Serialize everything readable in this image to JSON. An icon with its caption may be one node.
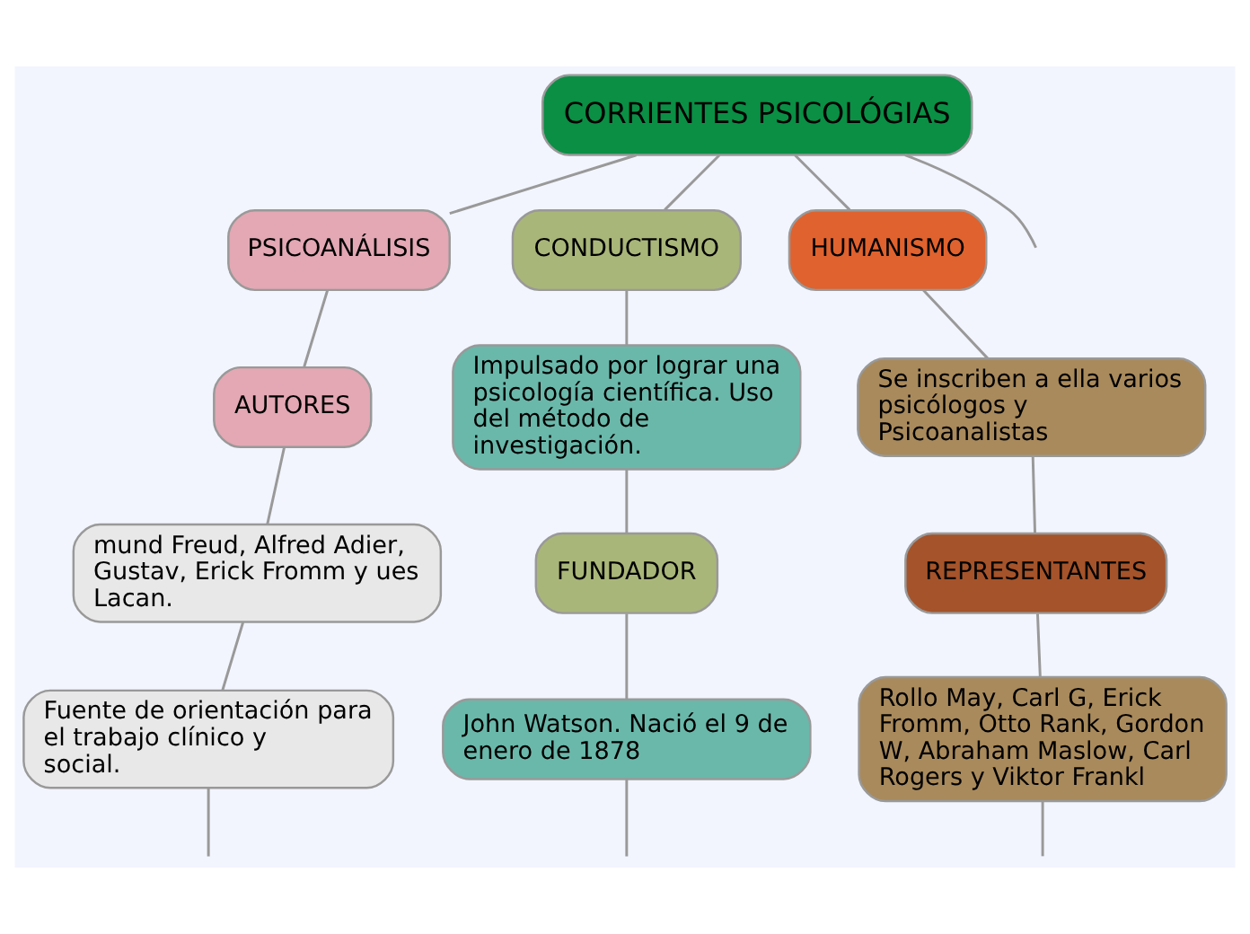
{
  "diagram": {
    "nodes": [
      {
        "text": [
          "CORRIENTES PSICOLÓGIAS"
        ]
      },
      {
        "text": [
          "PSICOANÁLISIS"
        ]
      },
      {
        "text": [
          "CONDUCTISMO"
        ]
      },
      {
        "text": [
          "HUMANISMO"
        ]
      },
      {
        "text": [
          "AUTORES"
        ]
      },
      {
        "text": [
          "mund Freud, Alfred Adier, Gustav, Erick Fromm y ues Lacan."
        ]
      },
      {
        "text": [
          "Fuente de orientación para el trabajo clínico y social."
        ]
      },
      {
        "text": [
          "Impulsado por lograr una psicología científica. Uso del método de investigación."
        ]
      },
      {
        "text": [
          "FUNDADOR"
        ]
      },
      {
        "text": [
          "John Watson. Nació el 9 de enero de 1878"
        ]
      },
      {
        "text": [
          "Se inscriben a ella varios psicólogos y Psicoanalistas"
        ]
      },
      {
        "text": [
          "REPRESENTANTES"
        ]
      },
      {
        "text": [
          "Rollo May, Carl G, Erick Fromm, Otto Rank, Gordon W, Abraham Maslow, Carl Rogers y Viktor Frankl"
        ]
      }
    ],
    "edges": [
      {
        "from": 0,
        "to": 1,
        "arrow": "none"
      },
      {
        "from": 0,
        "to": 2,
        "arrow": "none"
      },
      {
        "from": 0,
        "to": 3,
        "arrow": "none"
      },
      {
        "from": 0,
        "to": null,
        "arrow": "none"
      },
      {
        "from": 1,
        "to": 4,
        "arrow": "none"
      },
      {
        "from": 4,
        "to": 5,
        "arrow": "none"
      },
      {
        "from": 5,
        "to": 6,
        "arrow": "none"
      },
      {
        "from": 6,
        "to": null,
        "arrow": "none"
      },
      {
        "from": 2,
        "to": 7,
        "arrow": "none"
      },
      {
        "from": 7,
        "to": 8,
        "arrow": "none"
      },
      {
        "from": 8,
        "to": 9,
        "arrow": "none"
      },
      {
        "from": 9,
        "to": null,
        "arrow": "none"
      },
      {
        "from": 3,
        "to": 10,
        "arrow": "none"
      },
      {
        "from": 10,
        "to": 11,
        "arrow": "none"
      },
      {
        "from": 11,
        "to": 12,
        "arrow": "none"
      },
      {
        "from": 12,
        "to": null,
        "arrow": "none"
      }
    ]
  }
}
